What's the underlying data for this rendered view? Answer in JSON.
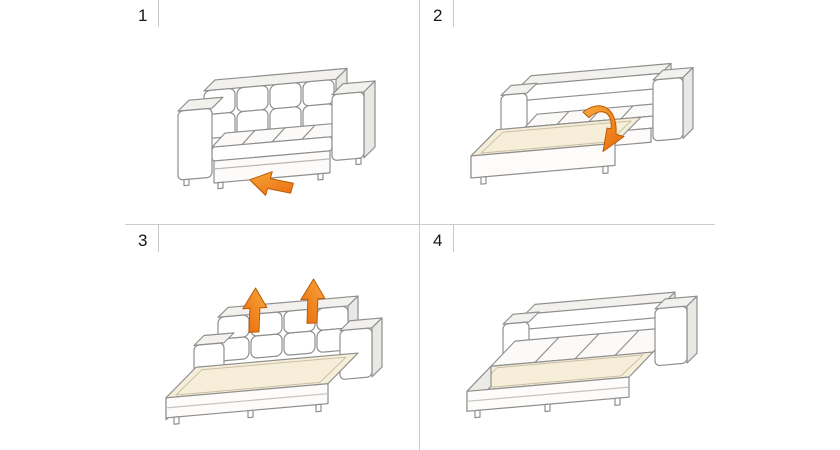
{
  "panels": [
    {
      "number": "1"
    },
    {
      "number": "2"
    },
    {
      "number": "3"
    },
    {
      "number": "4"
    }
  ],
  "colors": {
    "background": "#ffffff",
    "divider": "#cccccc",
    "outline_gray": "#8f8f8f",
    "shade_gray": "#eceae5",
    "mattress_cream": "#f6eed8",
    "seam_tan": "#c9c0a6",
    "arrow_orange_light": "#f9a93c",
    "arrow_orange_dark": "#e8690b",
    "arrow_outline": "#bb5c06"
  }
}
